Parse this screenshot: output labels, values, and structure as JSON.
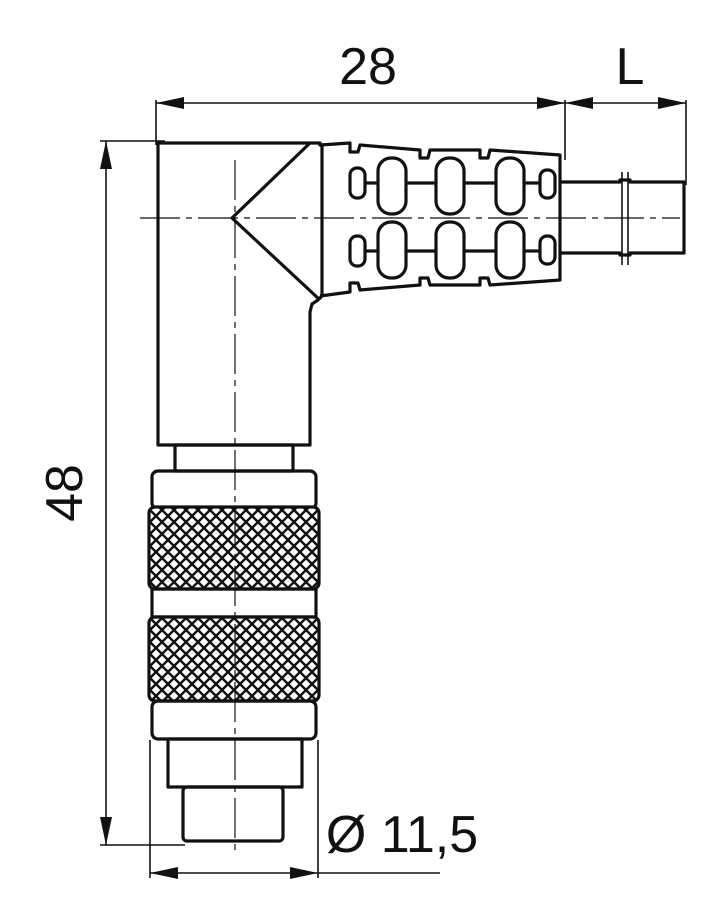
{
  "dimensions": {
    "width_label": "28",
    "length_label": "L",
    "height_label": "48",
    "diameter_label": "Ø 11,5"
  }
}
